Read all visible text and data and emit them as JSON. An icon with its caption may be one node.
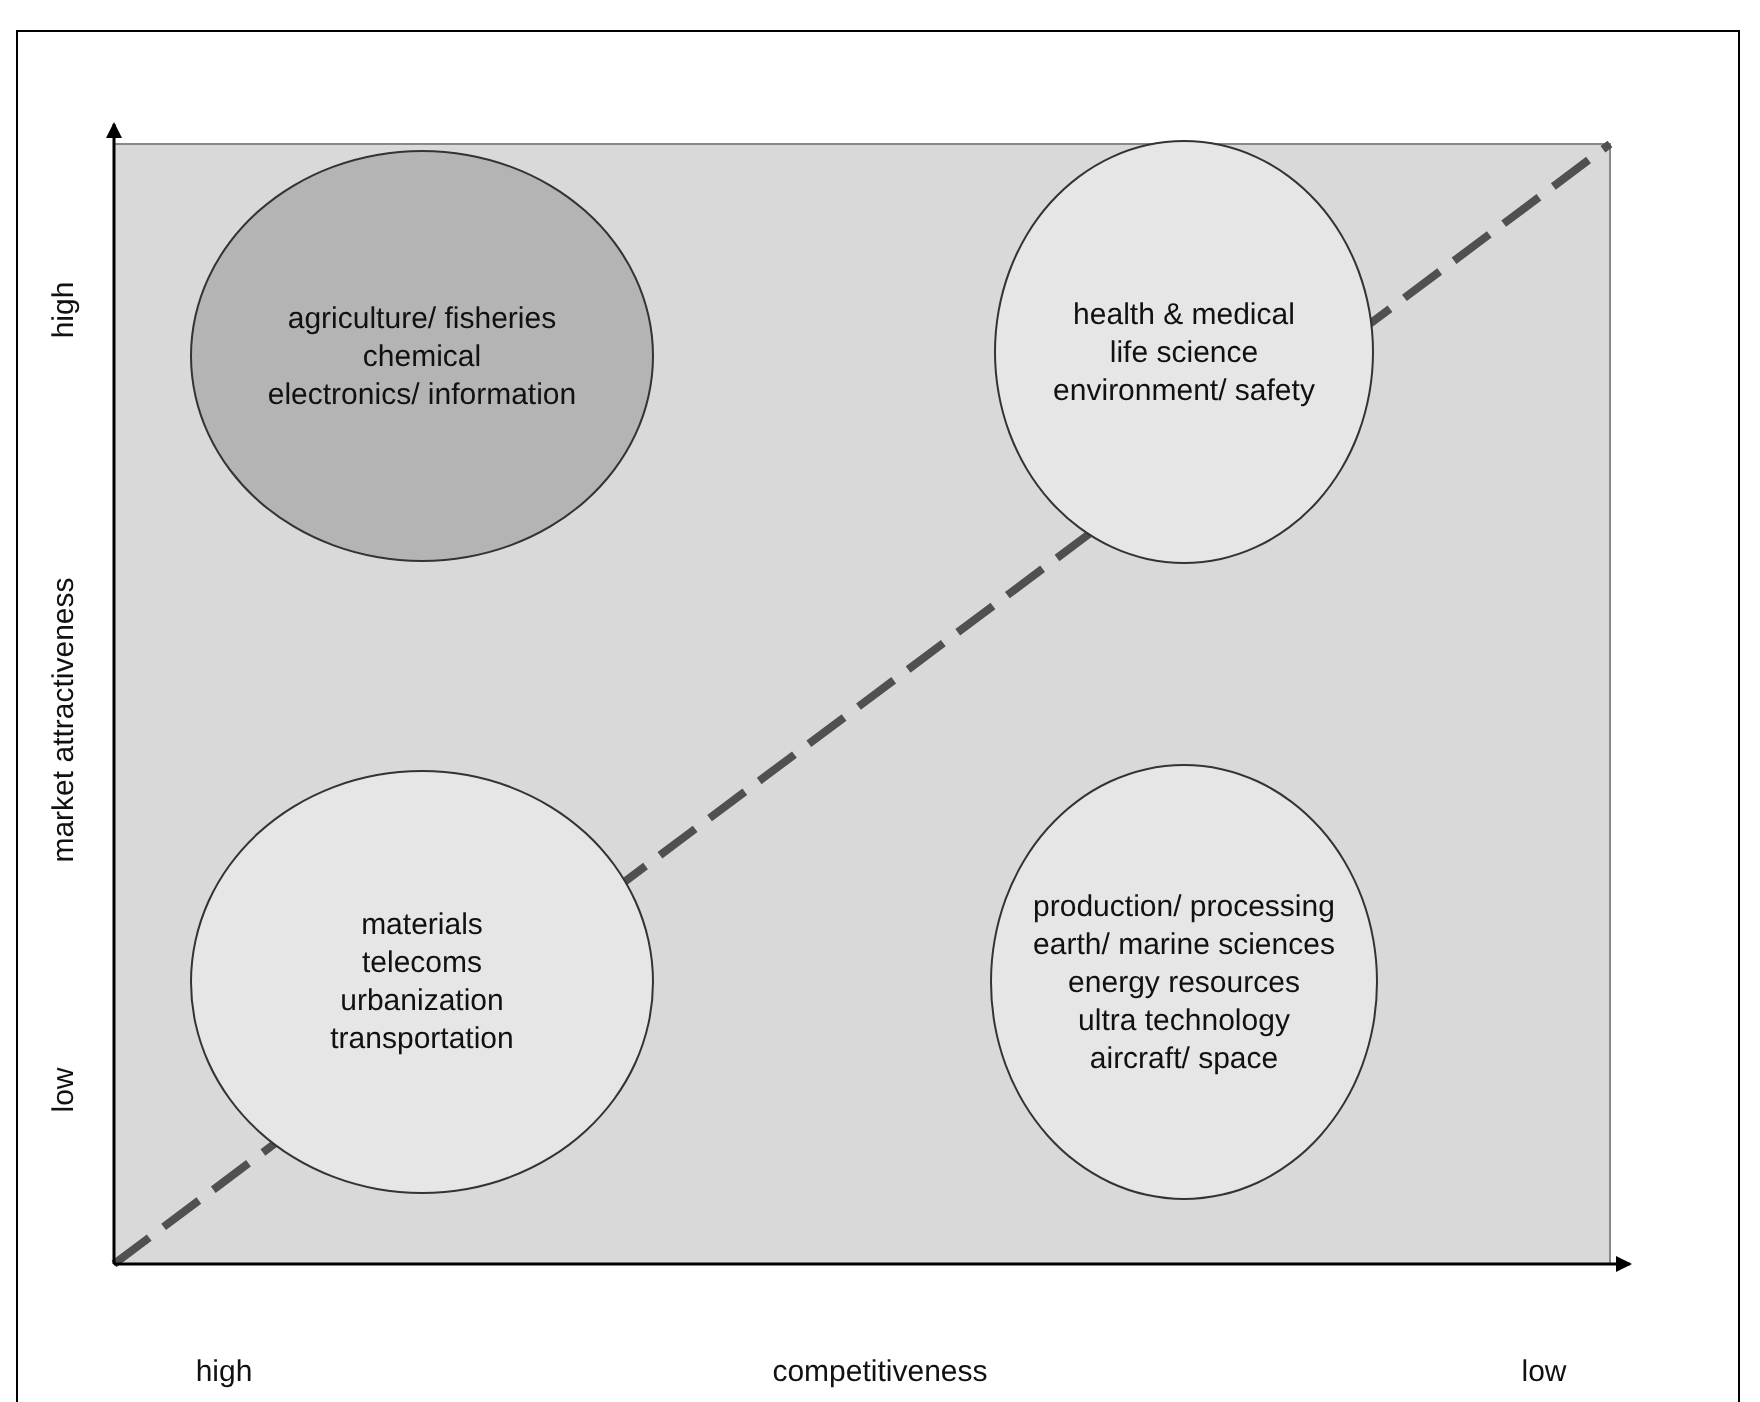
{
  "diagram": {
    "nodes": [
      {
        "text": [
          "agriculture/ fisheries",
          "chemical",
          "electronics/ information"
        ]
      },
      {
        "text": [
          "health & medical",
          "life science",
          "environment/ safety"
        ]
      },
      {
        "text": [
          "materials",
          "telecoms",
          "urbanization",
          "transportation"
        ]
      },
      {
        "text": [
          "production/ processing",
          "earth/ marine sciences",
          "energy resources",
          "ultra technology",
          "aircraft/ space"
        ]
      }
    ],
    "labels": [
      "high",
      "market attractiveness",
      "low",
      "high",
      "competitiveness",
      "low"
    ]
  }
}
